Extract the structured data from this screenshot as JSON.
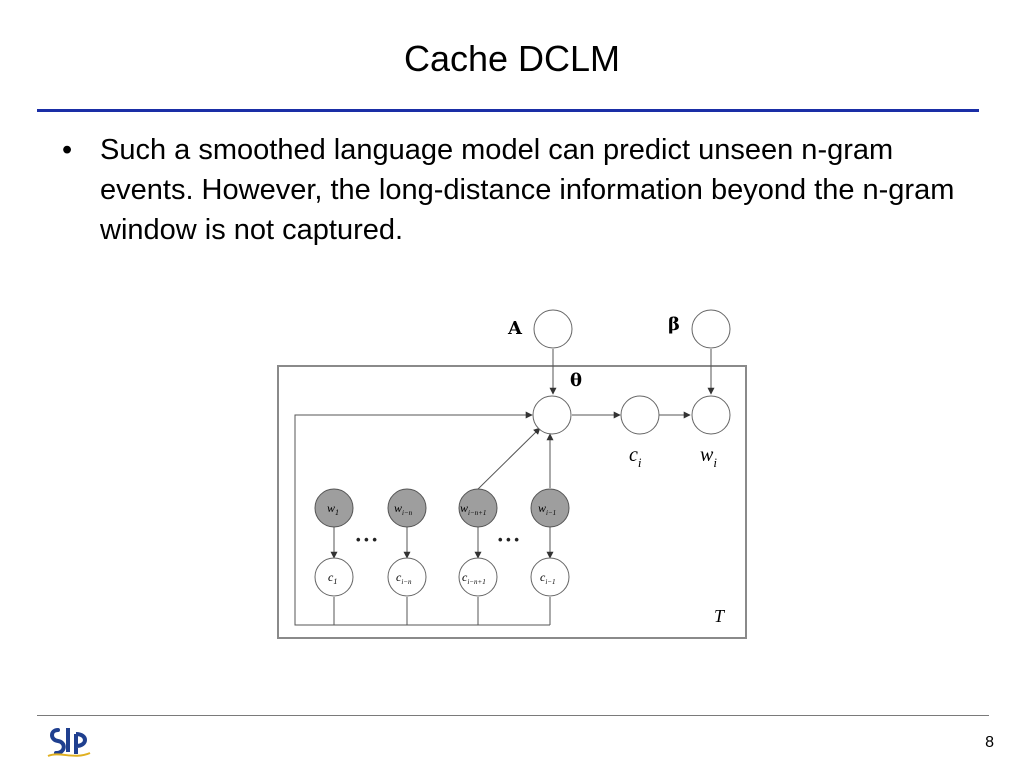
{
  "slide": {
    "title": "Cache DCLM",
    "bullets": [
      "Such a smoothed language model can predict unseen n-gram events. However, the long-distance information beyond the n-gram window is not captured."
    ],
    "page_number": "8"
  },
  "diagram": {
    "params": {
      "alpha": "A",
      "beta": "β",
      "theta": "θ"
    },
    "plate_label": "T",
    "top_nodes": {
      "c_i": {
        "base": "c",
        "sub": "i"
      },
      "w_i": {
        "base": "w",
        "sub": "i"
      }
    },
    "observed_words": [
      {
        "base": "w",
        "sub": "1"
      },
      {
        "base": "w",
        "sub": "i−n"
      },
      {
        "base": "w",
        "sub": "i−n+1"
      },
      {
        "base": "w",
        "sub": "i−1"
      }
    ],
    "cache_classes": [
      {
        "base": "c",
        "sub": "1"
      },
      {
        "base": "c",
        "sub": "i−n"
      },
      {
        "base": "c",
        "sub": "i−n+1"
      },
      {
        "base": "c",
        "sub": "i−1"
      }
    ],
    "ellipsis": "• • •",
    "colors": {
      "observed_fill": "#9e9e9e",
      "plate_stroke": "#8a8a8a",
      "edge": "#555555"
    }
  },
  "logo": {
    "text": "SLP",
    "color": "#1f3f8f",
    "accent": "#e0b020"
  }
}
